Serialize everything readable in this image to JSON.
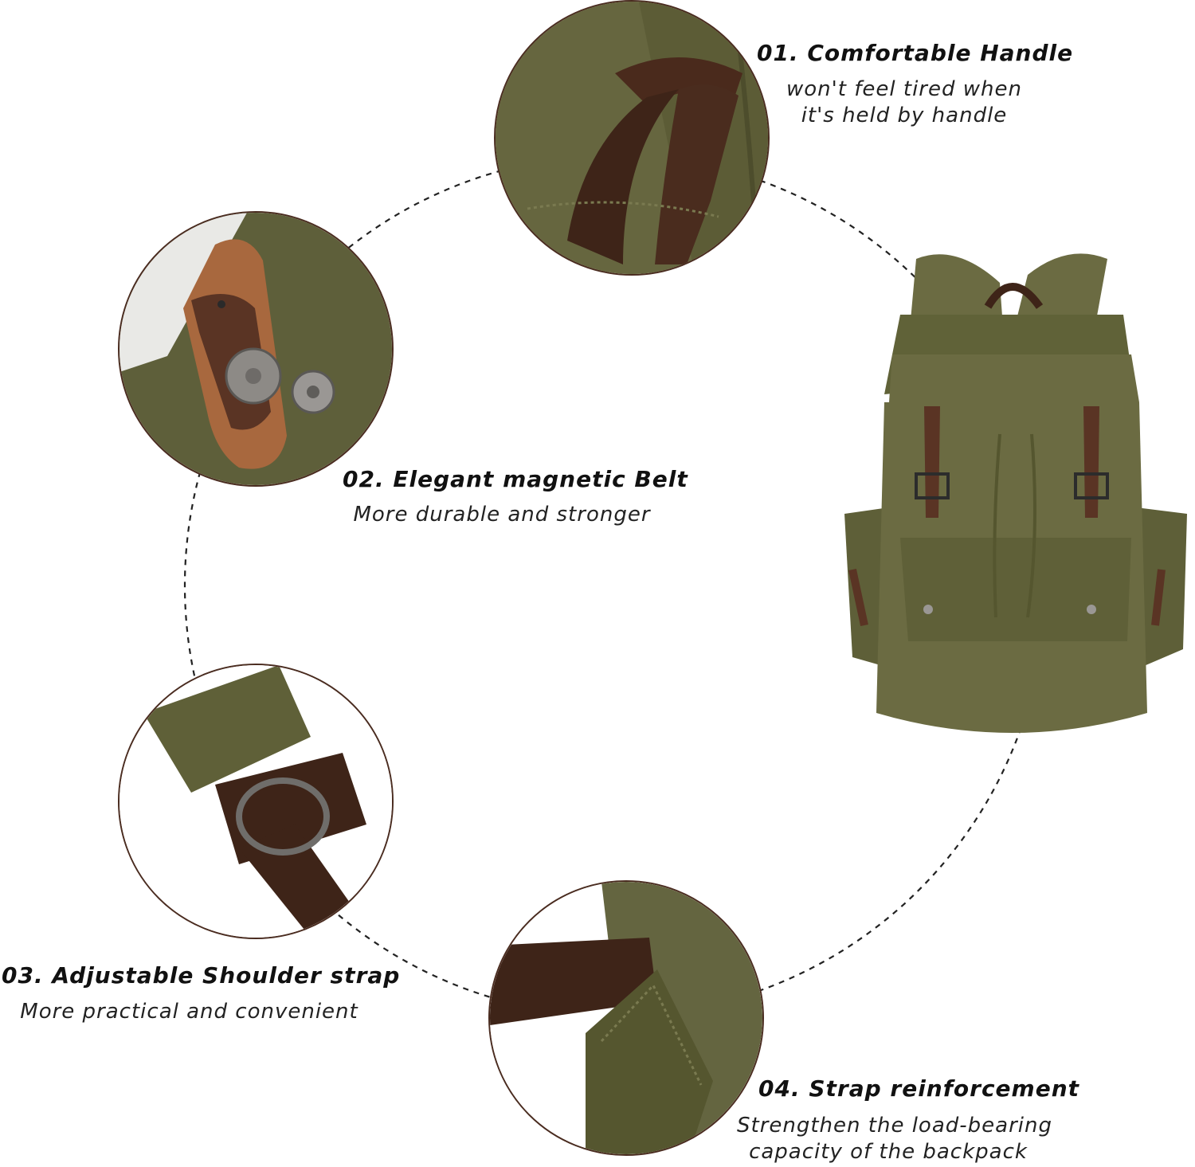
{
  "features": [
    {
      "title": "01. Comfortable Handle",
      "desc": [
        "won't feel tired when",
        "it's held by handle"
      ]
    },
    {
      "title": "02. Elegant magnetic Belt",
      "desc": [
        "More durable and stronger"
      ]
    },
    {
      "title": "03.  Adjustable Shoulder strap",
      "desc": [
        "More practical and convenient"
      ]
    },
    {
      "title": "04. Strap reinforcement",
      "desc": [
        "Strengthen the load-bearing",
        "capacity of the backpack"
      ]
    }
  ],
  "colors": {
    "canvas": "#6b6b42",
    "canvas_dark": "#55552f",
    "strap_brown": "#3e2418",
    "leather": "#5a3424",
    "leather_light": "#a8683e",
    "metal": "#8d8a86",
    "circle_border": "#4a2c20"
  }
}
